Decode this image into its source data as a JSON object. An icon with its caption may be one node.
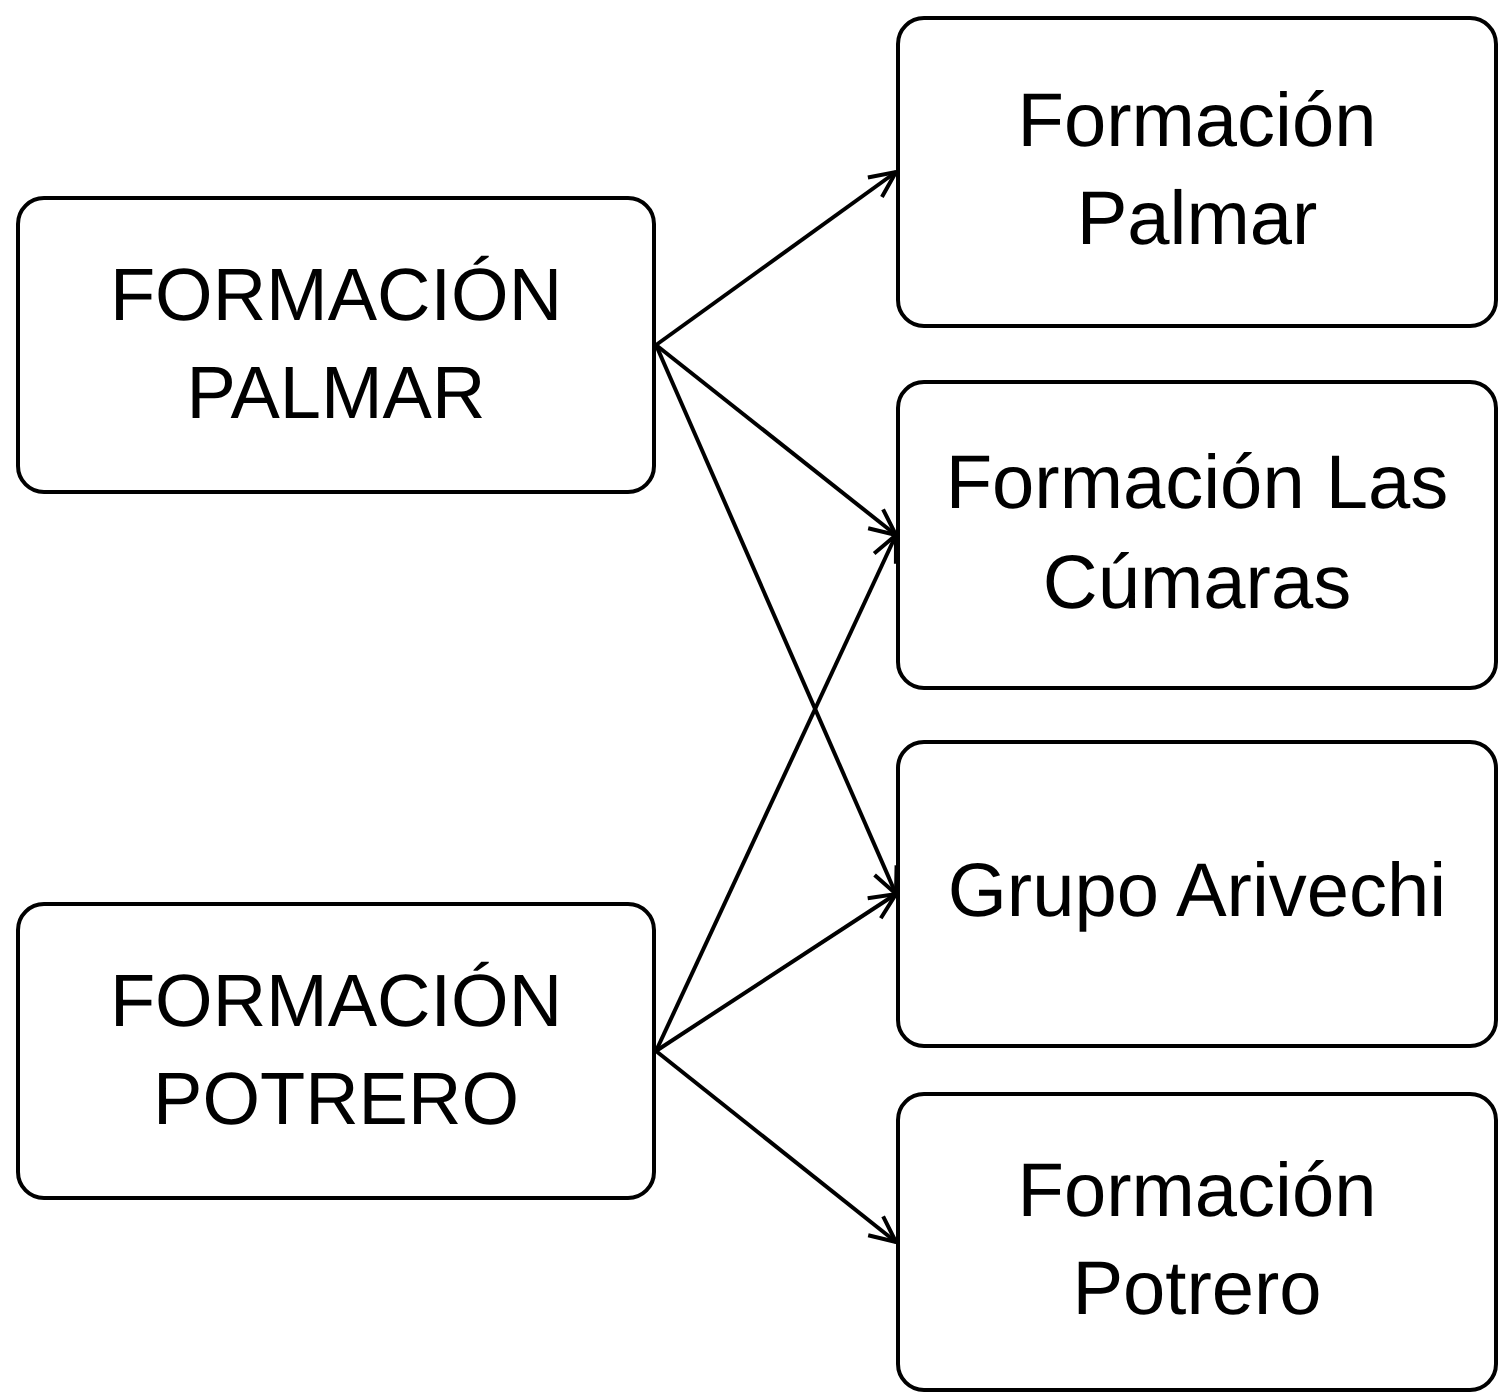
{
  "diagram": {
    "nodes": [
      {
        "text": [
          "FORMACIÓN PALMAR"
        ]
      },
      {
        "text": [
          "Formación Palmar"
        ]
      },
      {
        "text": [
          "Formación Las Cúmaras"
        ]
      },
      {
        "text": [
          "Grupo Arivechi"
        ]
      },
      {
        "text": [
          "FORMACIÓN POTRERO"
        ]
      },
      {
        "text": [
          "Formación Potrero"
        ]
      }
    ],
    "edges": [
      {
        "from": 0,
        "to": 1,
        "arrow": "to"
      },
      {
        "from": 0,
        "to": 2,
        "arrow": "to"
      },
      {
        "from": 0,
        "to": 3,
        "arrow": "to"
      },
      {
        "from": 4,
        "to": 2,
        "arrow": "to"
      },
      {
        "from": 4,
        "to": 3,
        "arrow": "to"
      },
      {
        "from": 4,
        "to": 5,
        "arrow": "to"
      }
    ]
  }
}
